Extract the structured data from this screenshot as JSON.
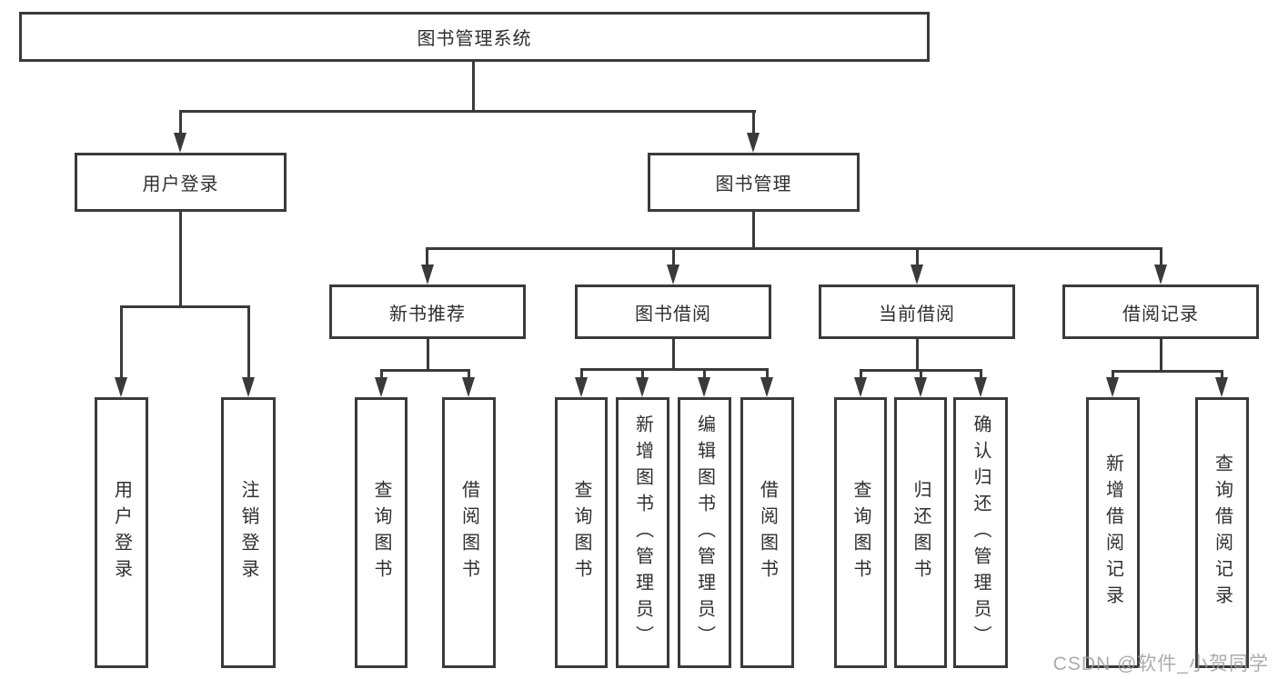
{
  "diagram": {
    "root": {
      "label": "图书管理系统"
    },
    "level2": [
      {
        "label": "用户登录"
      },
      {
        "label": "图书管理"
      }
    ],
    "level3": [
      {
        "label": "新书推荐"
      },
      {
        "label": "图书借阅"
      },
      {
        "label": "当前借阅"
      },
      {
        "label": "借阅记录"
      }
    ],
    "leaf_groups": [
      {
        "parent": "用户登录",
        "items": [
          "用户登录",
          "注销登录"
        ]
      },
      {
        "parent": "新书推荐",
        "items": [
          "查询图书",
          "借阅图书"
        ]
      },
      {
        "parent": "图书借阅",
        "items": [
          "查询图书",
          "新增图书（管理员）",
          "编辑图书（管理员）",
          "借阅图书"
        ]
      },
      {
        "parent": "当前借阅",
        "items": [
          "查询图书",
          "归还图书",
          "确认归还（管理员）"
        ]
      },
      {
        "parent": "借阅记录",
        "items": [
          "新增借阅记录",
          "查询借阅记录"
        ]
      }
    ]
  },
  "watermark": {
    "text": "CSDN @软件_小贺同学"
  },
  "colors": {
    "line": "#3a3a3a",
    "text": "#2f2f2f",
    "watermark": "#9e9e9e",
    "background": "#ffffff"
  }
}
